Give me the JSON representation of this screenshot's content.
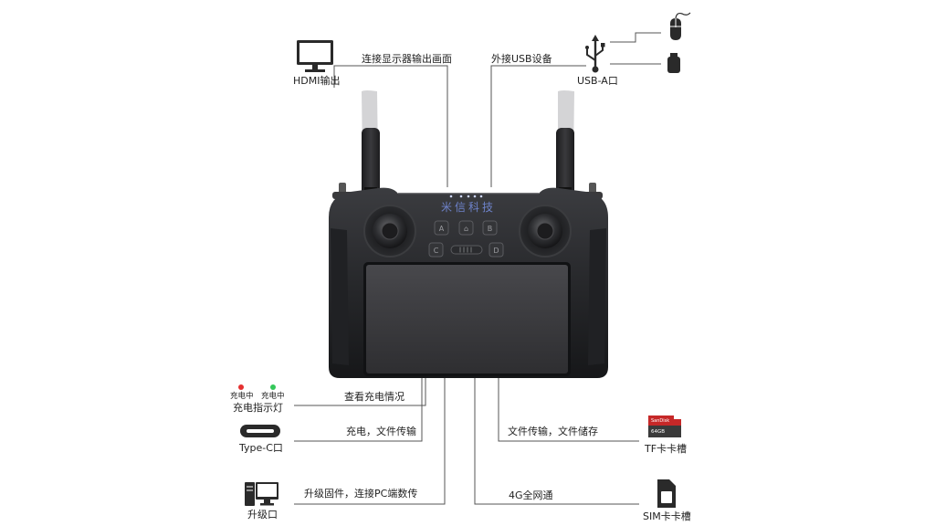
{
  "brand": {
    "logo_text": "米信科技"
  },
  "device": {
    "buttons": {
      "a": "A",
      "b": "B",
      "home": "⌂",
      "c": "C",
      "d": "D"
    }
  },
  "connectors": {
    "hdmi": {
      "name": "HDMI输出",
      "desc": "连接显示器输出画面"
    },
    "usb_a": {
      "name": "USB-A口",
      "desc": "外接USB设备"
    },
    "charge_led": {
      "name": "充电指示灯",
      "desc": "查看充电情况",
      "red_label": "充电中",
      "green_label": "充电中"
    },
    "type_c": {
      "name": "Type-C口",
      "desc": "充电，文件传输"
    },
    "upgrade": {
      "name": "升级口",
      "desc": "升级固件，连接PC端数传"
    },
    "tf": {
      "name": "TF卡卡槽",
      "desc": "文件传输，文件储存",
      "card_brand": "SanDisk",
      "card_capacity": "64GB"
    },
    "sim": {
      "name": "SIM卡卡槽",
      "desc": "4G全网通"
    }
  },
  "colors": {
    "led_red": "#e53030",
    "led_green": "#34c75a",
    "line": "#555555",
    "body": "#2a2b2e"
  }
}
